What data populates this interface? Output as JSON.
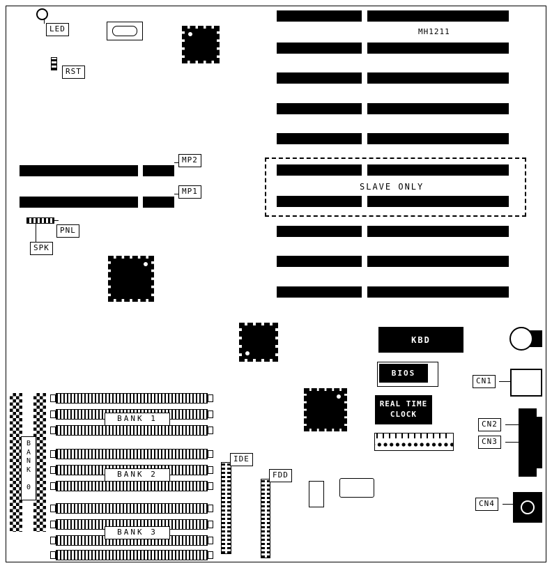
{
  "board": {
    "model": "MH1211",
    "slave_only": "SLAVE ONLY"
  },
  "connectors": {
    "led": "LED",
    "rst": "RST",
    "mp2": "MP2",
    "mp1": "MP1",
    "pnl": "PNL",
    "spk": "SPK",
    "ide": "IDE",
    "fdd": "FDD",
    "cn1": "CN1",
    "cn2": "CN2",
    "cn3": "CN3",
    "cn4": "CN4"
  },
  "chips": {
    "kbd": "KBD",
    "bios": "BIOS",
    "rtc": "REAL TIME\nCLOCK"
  },
  "memory": {
    "bank0": "B\nA\nN\nK\n\n0",
    "bank1": "BANK 1",
    "bank2": "BANK 2",
    "bank3": "BANK 3"
  }
}
